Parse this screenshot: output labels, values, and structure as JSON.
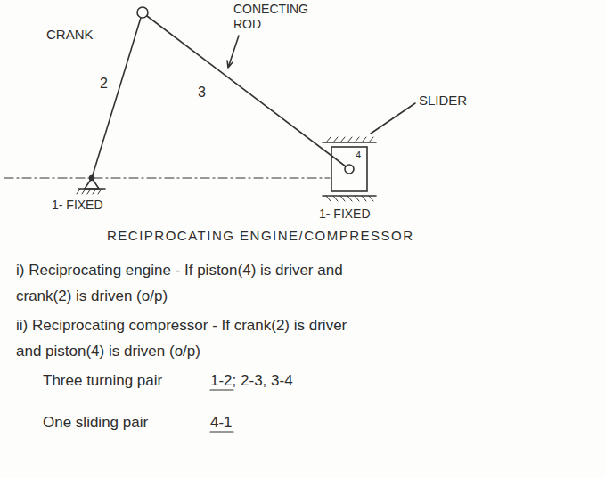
{
  "diagram": {
    "labels": [
      "CRANK",
      "2",
      "CONECTING ROD",
      "3",
      "SLIDER",
      "4",
      "1- FIXED",
      "1- FIXED",
      "RECIPROCATING ENGINE/COMPRESSOR",
      "i) Reciprocating engine - If piston(4) is driver and crank(2) is driven (o/p)",
      "ii) Reciprocating compressor - If crank(2) is driver and piston(4) is driven (o/p)",
      "Three turning pair",
      "1-2; 2-3, 3-4",
      "One sliding pair",
      "4-1"
    ]
  }
}
